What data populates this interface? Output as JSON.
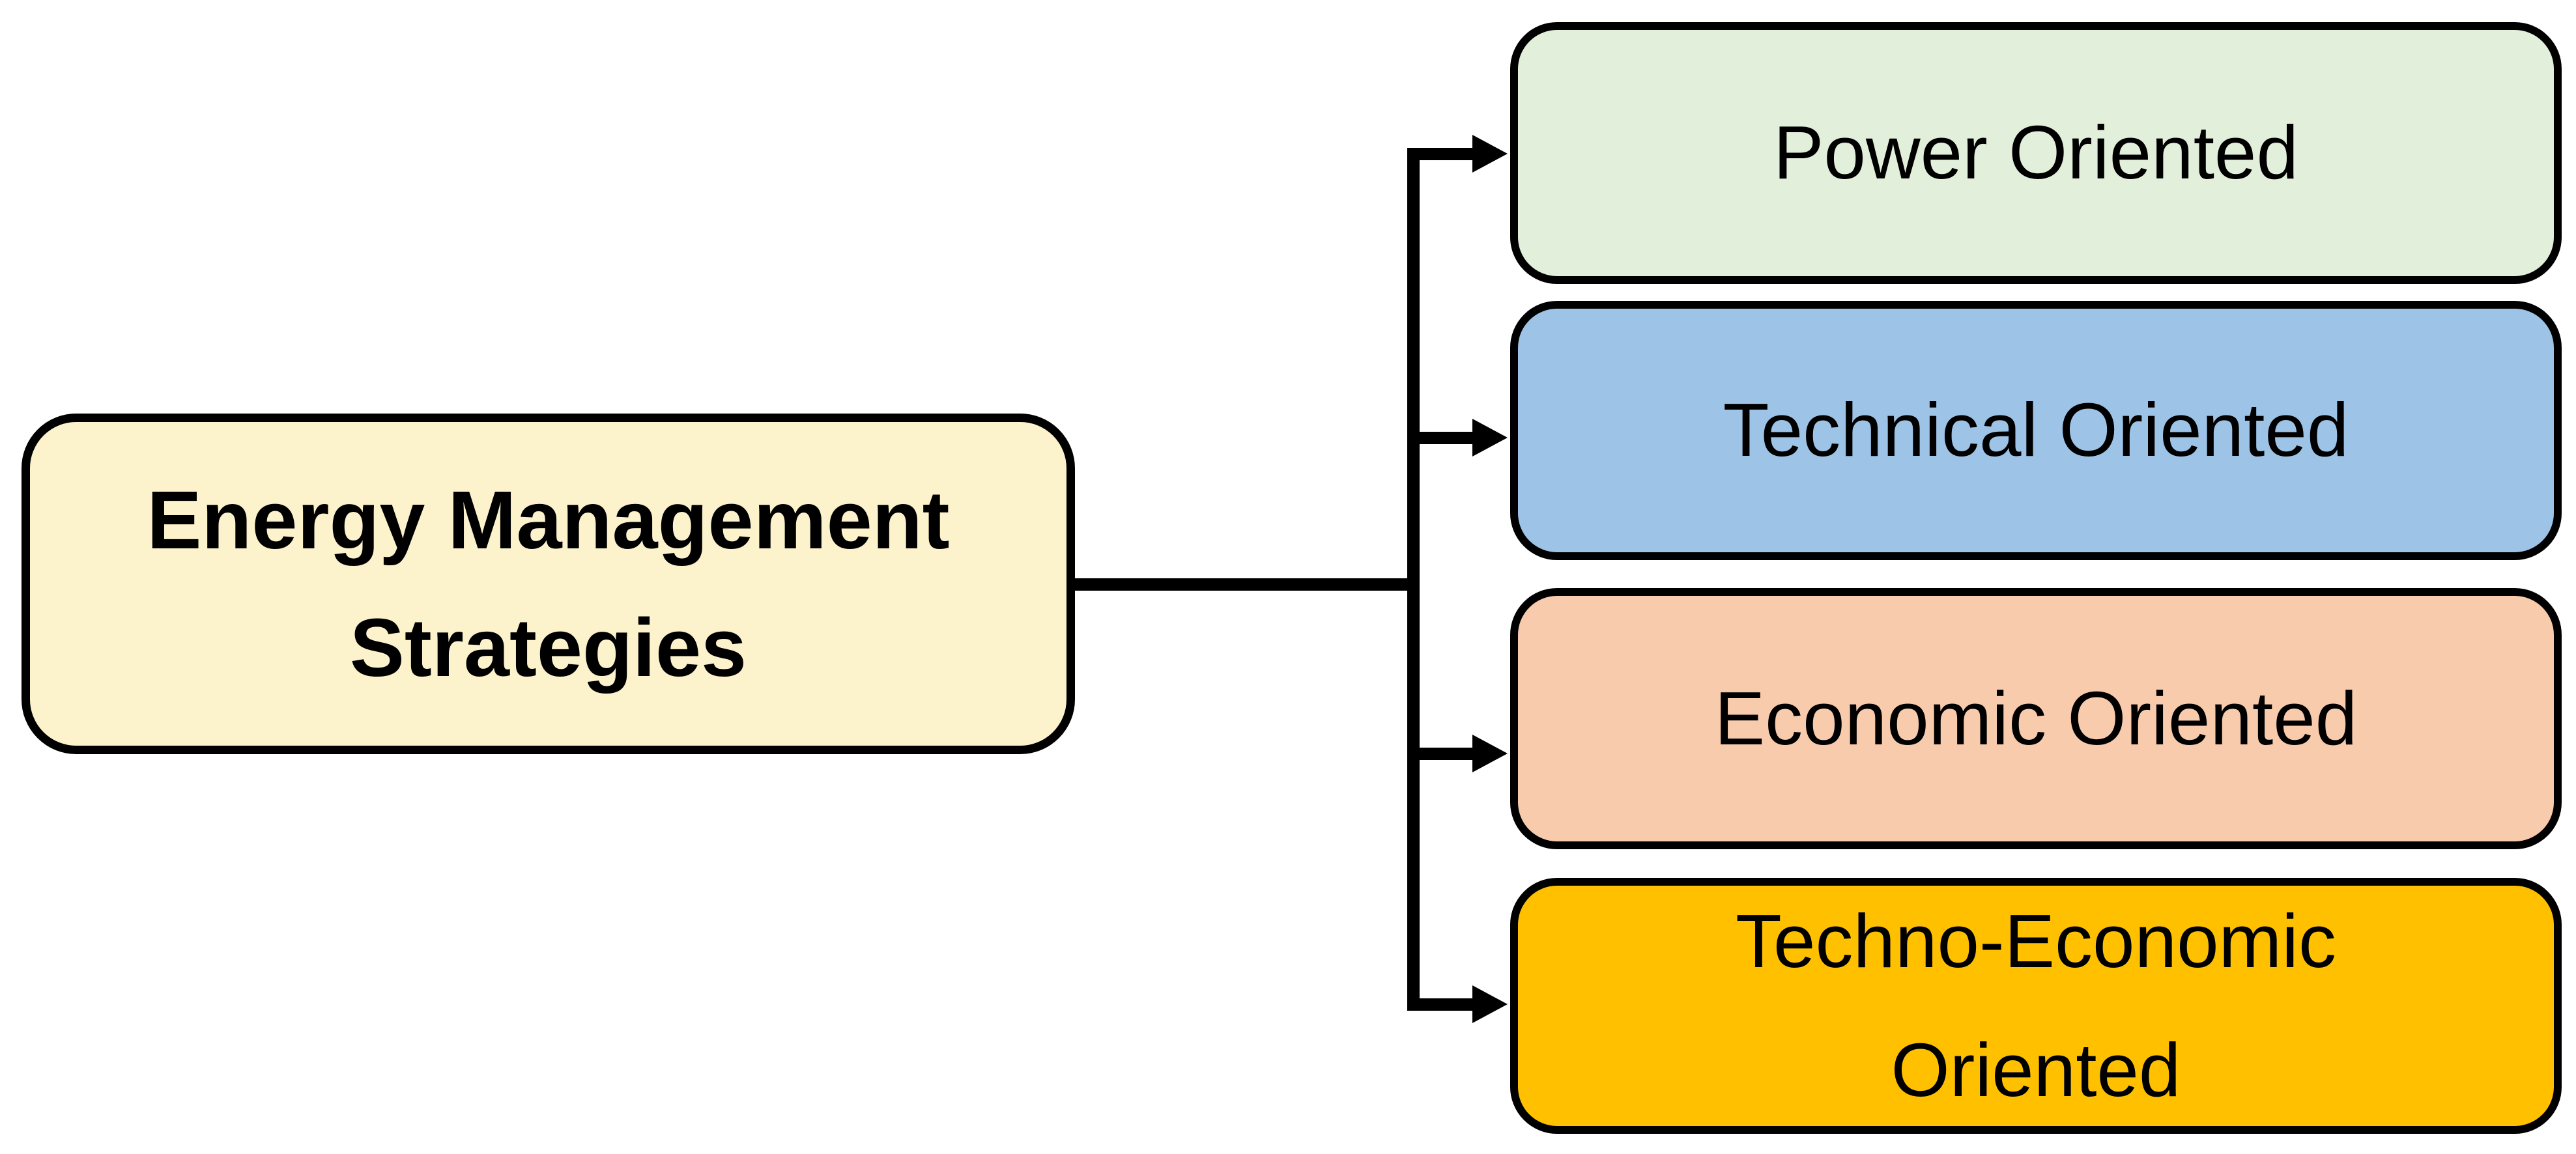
{
  "diagram": {
    "type": "flowchart-tree",
    "background": "#FFFFFF",
    "line_color": "#000000",
    "border_color": "#000000",
    "text_color": "#000000",
    "root": {
      "label": "Energy Management Strategies",
      "fill": "#FCF2CC"
    },
    "branches": [
      {
        "label": "Power Oriented",
        "fill": "#E2EFDA"
      },
      {
        "label": "Technical Oriented",
        "fill": "#9DC3E6"
      },
      {
        "label": "Economic Oriented",
        "fill": "#F8CBAD"
      },
      {
        "label": "Techno-Economic Oriented",
        "fill": "#FFC000"
      }
    ]
  }
}
